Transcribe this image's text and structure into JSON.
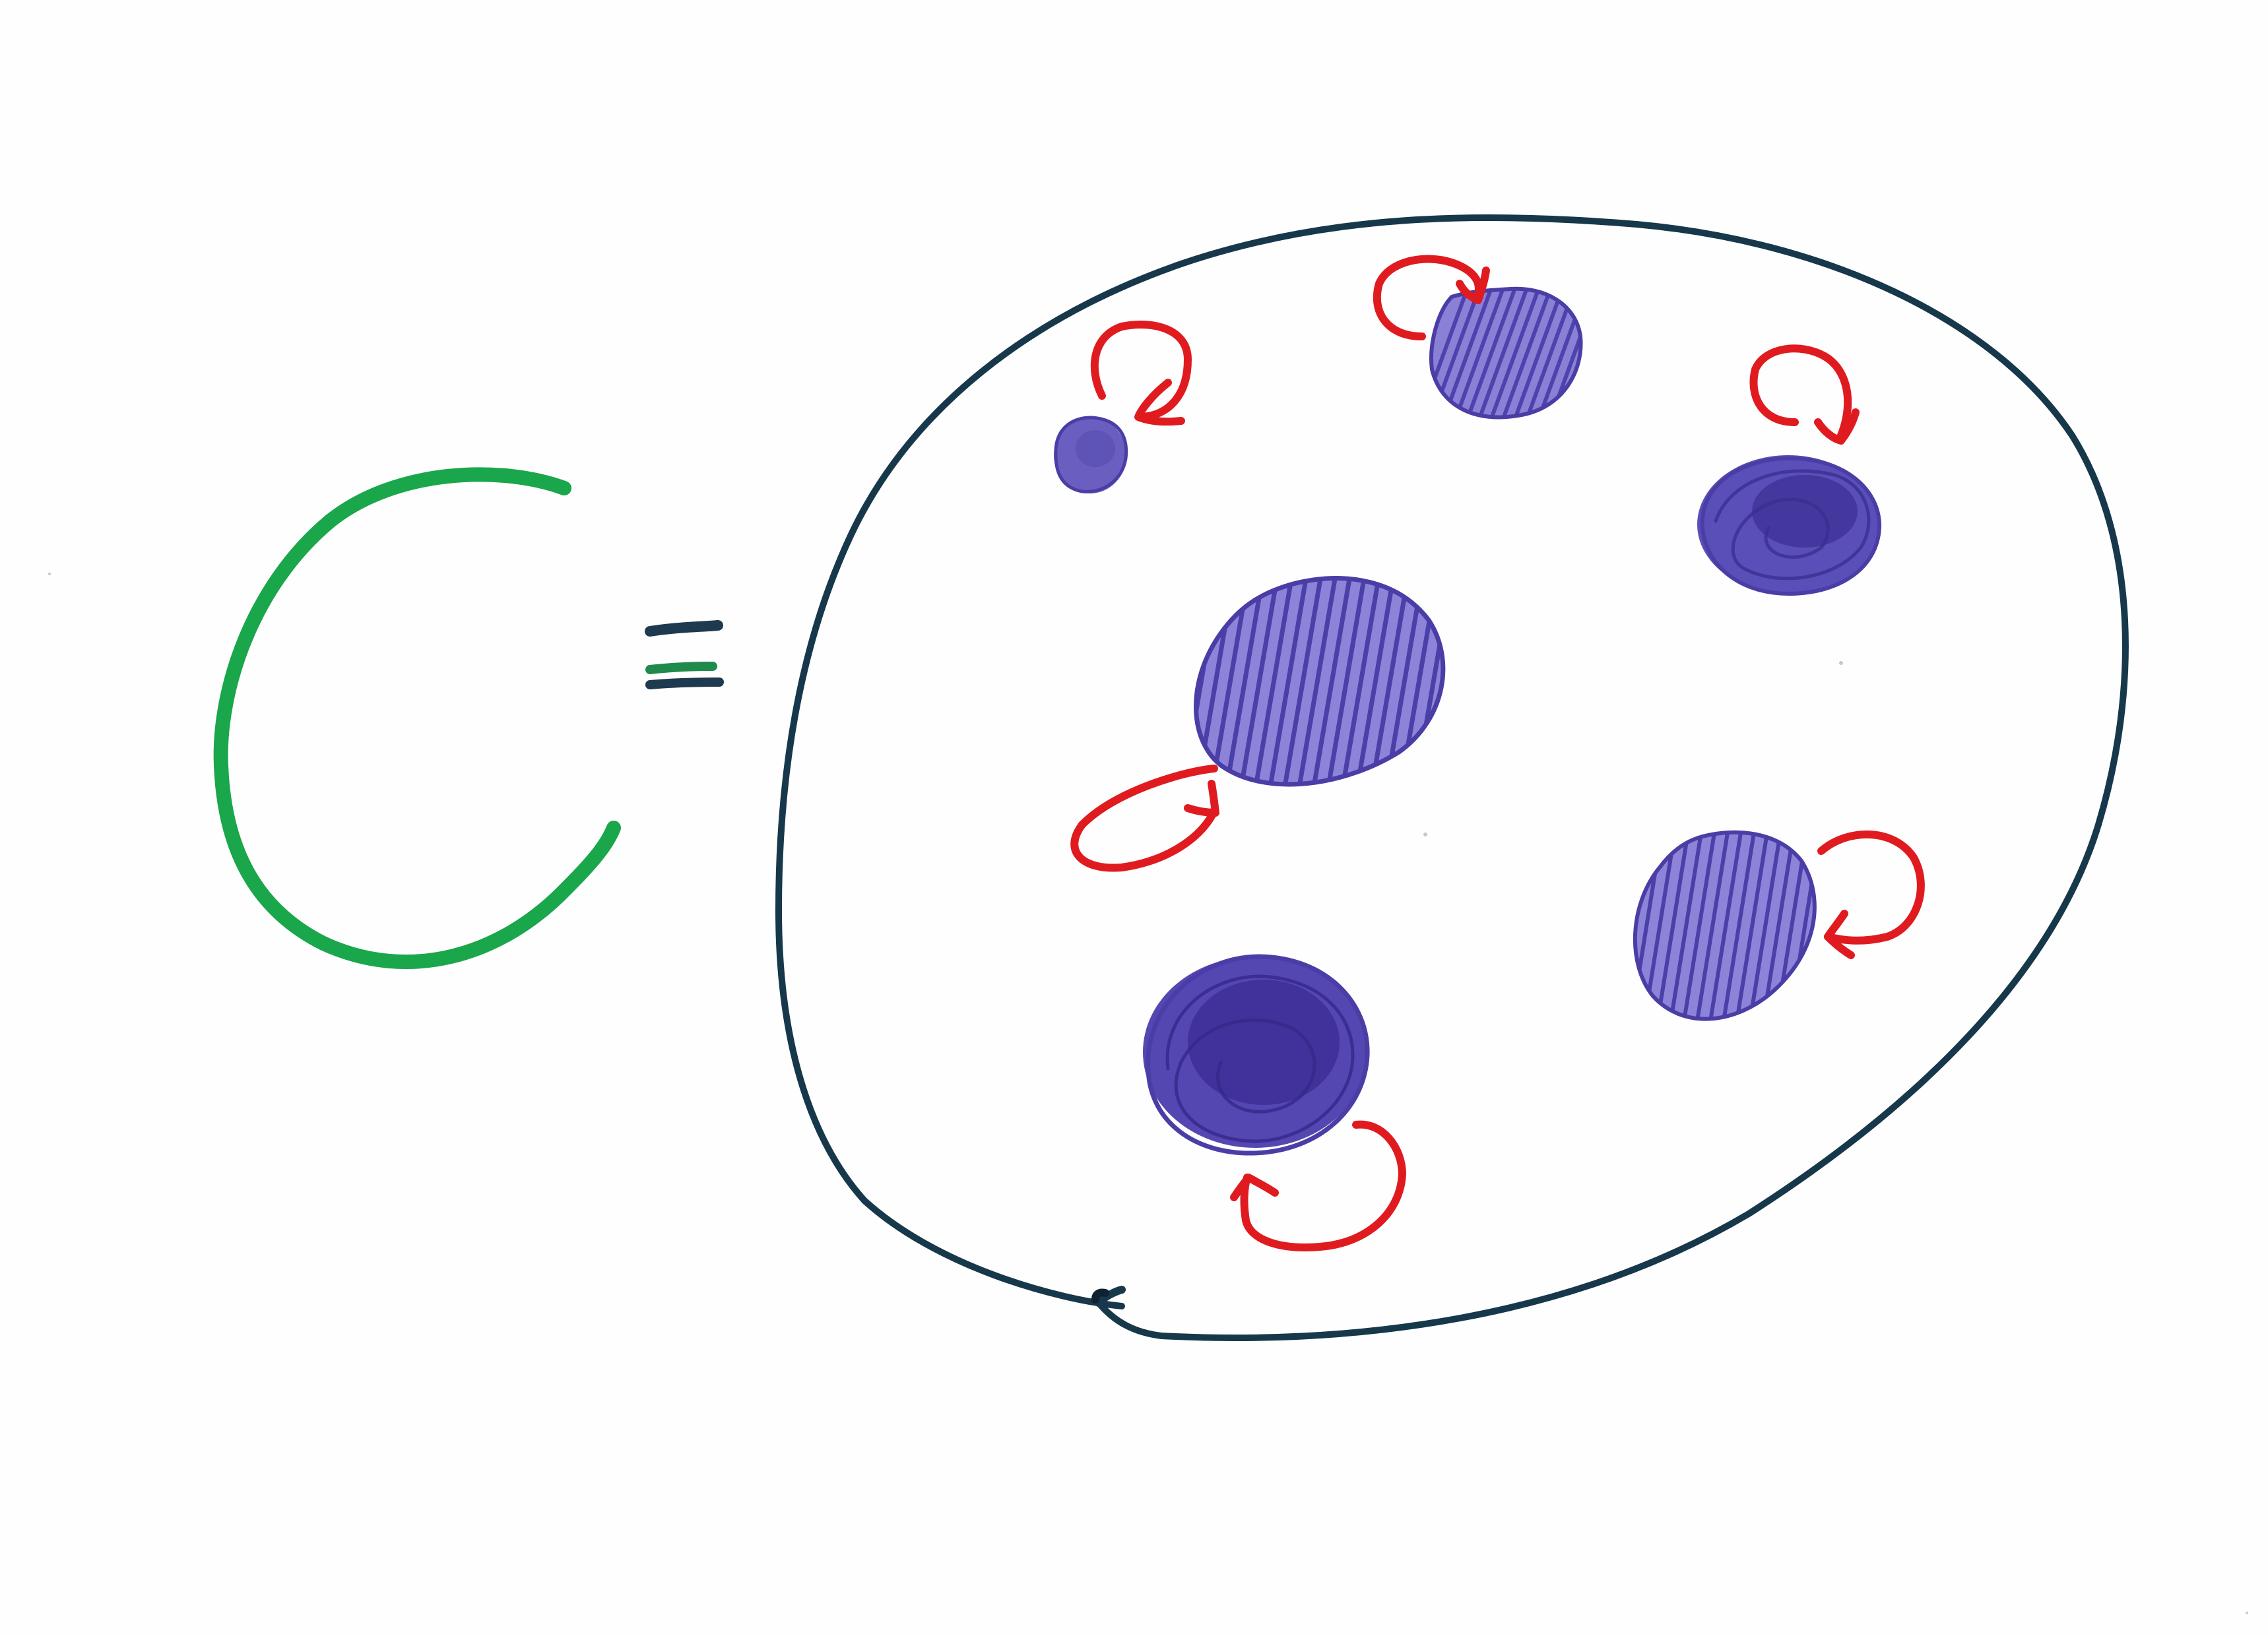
{
  "diagram": {
    "colors": {
      "paper": "#fefefe",
      "letter": "#1aa64a",
      "equals_top": "#1d3a4e",
      "equals_middle": "#1f8a4c",
      "boundary": "#17384a",
      "blob_fill": "#6a5fc0",
      "blob_shade": "#3e2f96",
      "arrow": "#e01b20"
    },
    "icons": {
      "letter": "green-c-letter-icon",
      "equals": "equals-sign-icon",
      "set": "large-closed-boundary-icon",
      "object": "purple-blob-icon",
      "self_map": "red-loop-arrow-icon"
    },
    "objects": [
      {
        "id": "small-top-left",
        "style": "solid"
      },
      {
        "id": "top-center",
        "style": "hatched"
      },
      {
        "id": "top-right",
        "style": "scribbled"
      },
      {
        "id": "center-large",
        "style": "hatched"
      },
      {
        "id": "right-middle",
        "style": "hatched"
      },
      {
        "id": "bottom-left",
        "style": "scribbled"
      }
    ],
    "self_maps_count": 6
  }
}
